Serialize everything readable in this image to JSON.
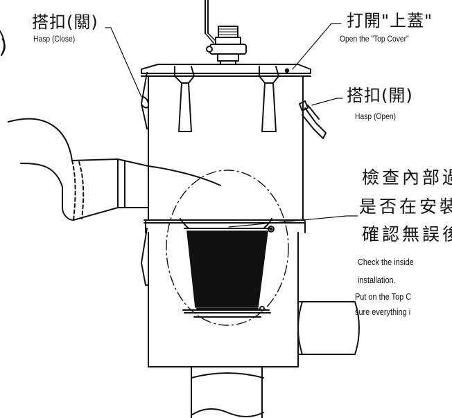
{
  "labels": {
    "hasp_close": {
      "zh": "搭扣(關)",
      "en": "Hasp (Close)"
    },
    "top_cover": {
      "zh": "打開\"上蓋\"",
      "en": "Open the \"Top Cover\""
    },
    "hasp_open": {
      "zh": "搭扣(開)",
      "en": "Hasp (Open)"
    },
    "note": {
      "zh": [
        "檢查內部過",
        "是否在安裝",
        "確認無誤後"
      ],
      "en": [
        "Check the inside",
        "installation.",
        "Put on the Top C",
        "sure everything i"
      ]
    },
    "left_edge_fragment": ")"
  }
}
